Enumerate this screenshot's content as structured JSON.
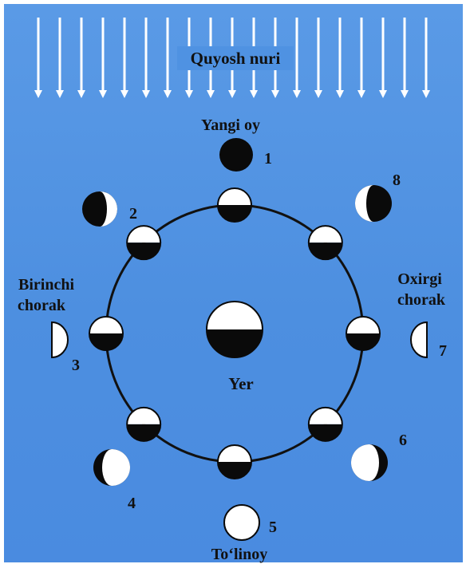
{
  "labels": {
    "sunlight": "Quyosh nuri",
    "new_moon": "Yangi oy",
    "first_quarter_line1": "Birinchi",
    "first_quarter_line2": "chorak",
    "last_quarter_line1": "Oxirgi",
    "last_quarter_line2": "chorak",
    "earth": "Yer",
    "full_moon": "To‘linoy"
  },
  "phase_numbers": [
    "1",
    "2",
    "3",
    "4",
    "5",
    "6",
    "7",
    "8"
  ],
  "colors": {
    "background": "#4d8fe0",
    "sunlight_arrows": "#ffffff",
    "moon_lit": "#ffffff",
    "moon_dark": "#0a0a0a",
    "orbit": "#111111",
    "text": "#111111"
  }
}
